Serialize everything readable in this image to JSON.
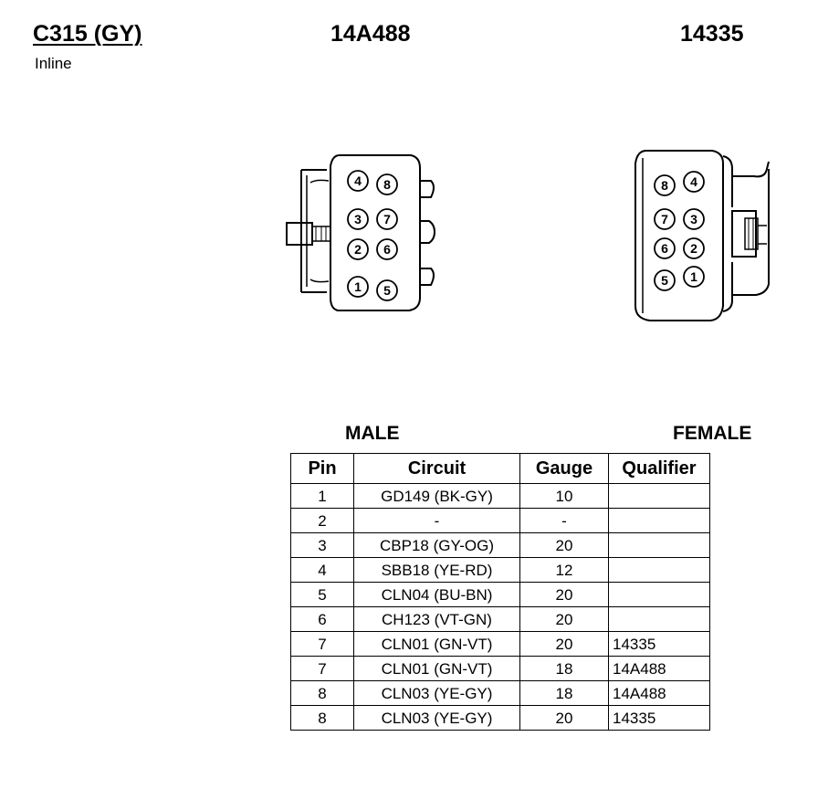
{
  "header": {
    "connector": "C315 (GY)",
    "part_male": "14A488",
    "part_female": "14335",
    "location": "Inline"
  },
  "views": {
    "male_label": "MALE",
    "female_label": "FEMALE",
    "male_pin_columns": [
      [
        "4",
        "3",
        "2",
        "1"
      ],
      [
        "8",
        "7",
        "6",
        "5"
      ]
    ],
    "female_pin_columns": [
      [
        "8",
        "7",
        "6",
        "5"
      ],
      [
        "4",
        "3",
        "2",
        "1"
      ]
    ]
  },
  "table": {
    "headers": {
      "pin": "Pin",
      "circuit": "Circuit",
      "gauge": "Gauge",
      "qualifier": "Qualifier"
    },
    "rows": [
      {
        "pin": "1",
        "circuit": "GD149 (BK-GY)",
        "gauge": "10",
        "qualifier": ""
      },
      {
        "pin": "2",
        "circuit": "-",
        "gauge": "-",
        "qualifier": ""
      },
      {
        "pin": "3",
        "circuit": "CBP18 (GY-OG)",
        "gauge": "20",
        "qualifier": ""
      },
      {
        "pin": "4",
        "circuit": "SBB18 (YE-RD)",
        "gauge": "12",
        "qualifier": ""
      },
      {
        "pin": "5",
        "circuit": "CLN04 (BU-BN)",
        "gauge": "20",
        "qualifier": ""
      },
      {
        "pin": "6",
        "circuit": "CH123 (VT-GN)",
        "gauge": "20",
        "qualifier": ""
      },
      {
        "pin": "7",
        "circuit": "CLN01 (GN-VT)",
        "gauge": "20",
        "qualifier": "14335"
      },
      {
        "pin": "7",
        "circuit": "CLN01 (GN-VT)",
        "gauge": "18",
        "qualifier": "14A488"
      },
      {
        "pin": "8",
        "circuit": "CLN03 (YE-GY)",
        "gauge": "18",
        "qualifier": "14A488"
      },
      {
        "pin": "8",
        "circuit": "CLN03 (YE-GY)",
        "gauge": "20",
        "qualifier": "14335"
      }
    ]
  }
}
